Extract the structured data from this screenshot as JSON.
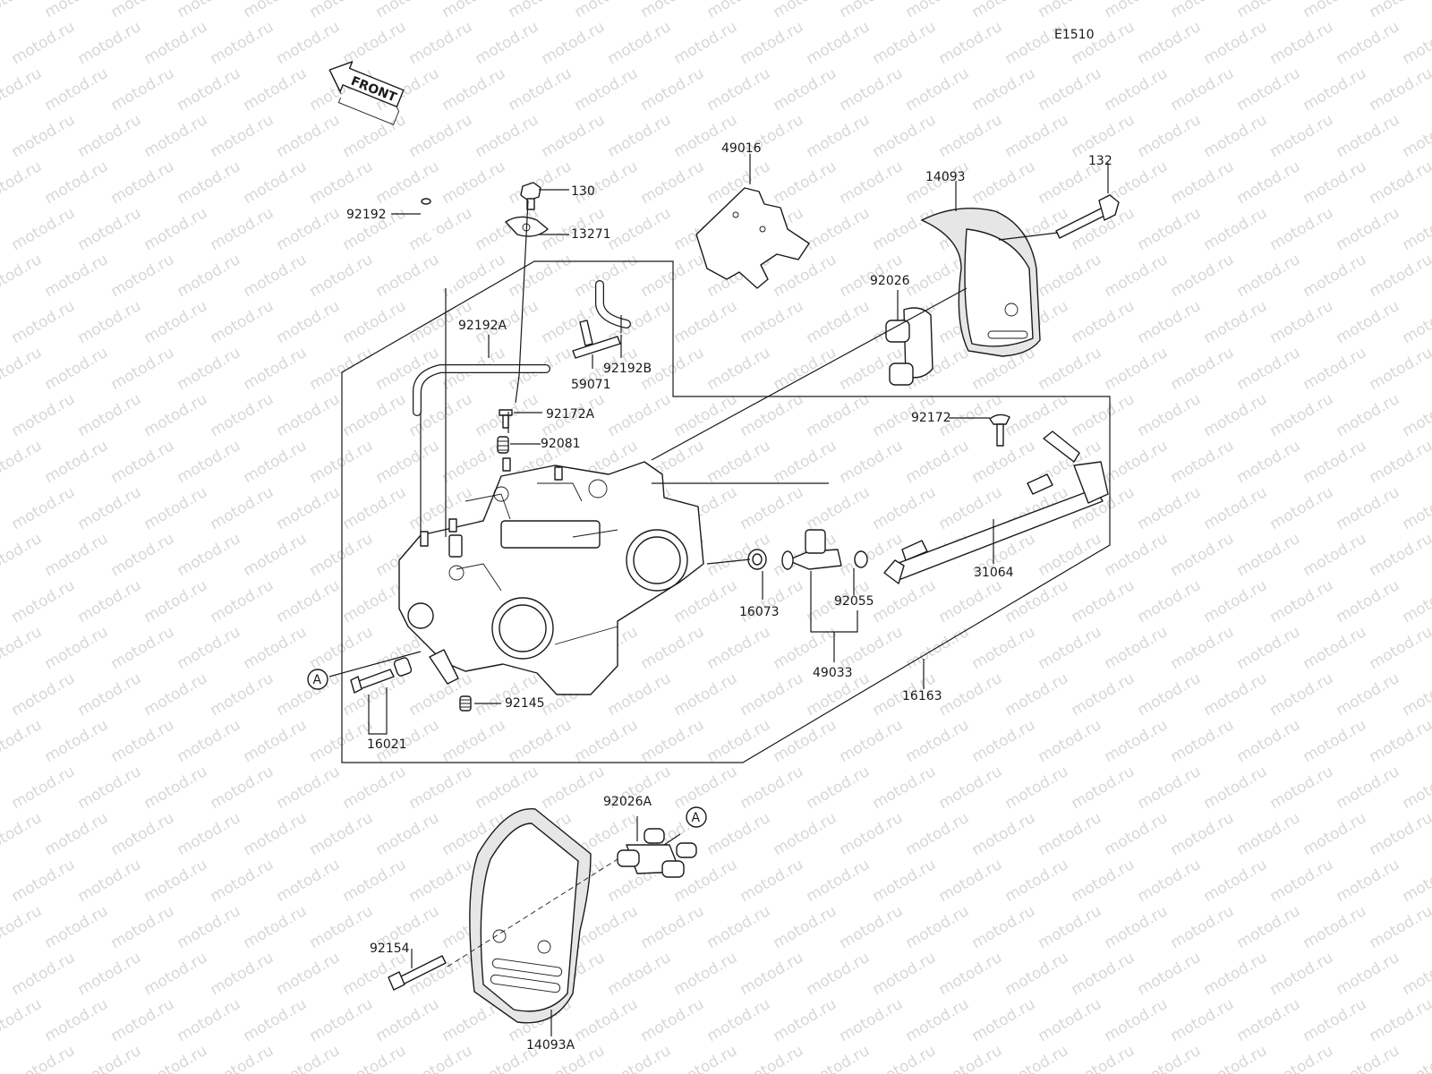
{
  "diagram_code": "E1510",
  "front_label": "FRONT",
  "watermark": "motod.ru",
  "ref_marker": "A",
  "parts": {
    "p130": "130",
    "p132": "132",
    "p13271": "13271",
    "p14093": "14093",
    "p14093A": "14093A",
    "p16021": "16021",
    "p16073": "16073",
    "p16163": "16163",
    "p31064": "31064",
    "p49016": "49016",
    "p49033": "49033",
    "p59071": "59071",
    "p92026": "92026",
    "p92026A": "92026A",
    "p92055": "92055",
    "p92081": "92081",
    "p92145": "92145",
    "p92154": "92154",
    "p92172": "92172",
    "p92172A": "92172A",
    "p92192": "92192",
    "p92192A": "92192A",
    "p92192B": "92192B"
  }
}
